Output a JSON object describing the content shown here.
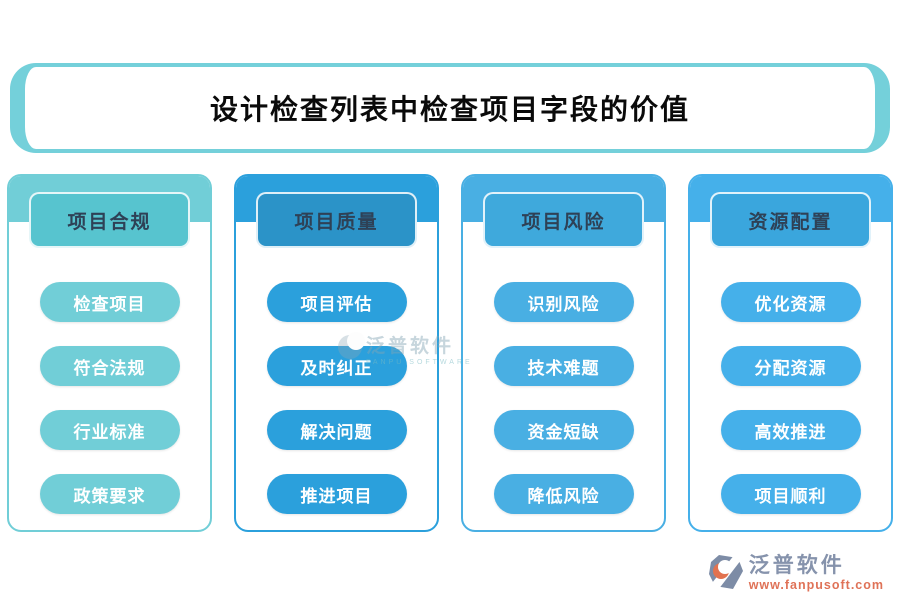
{
  "title": "设计检查列表中检查项目字段的价值",
  "columns": [
    {
      "header": "项目合规",
      "items": [
        "检查项目",
        "符合法规",
        "行业标准",
        "政策要求"
      ],
      "header_color": "#57C4CF",
      "pill_color": "#71CED7"
    },
    {
      "header": "项目质量",
      "items": [
        "项目评估",
        "及时纠正",
        "解决问题",
        "推进项目"
      ],
      "header_color": "#2B93C8",
      "pill_color": "#2BA0DC"
    },
    {
      "header": "项目风险",
      "items": [
        "识别风险",
        "技术难题",
        "资金短缺",
        "降低风险"
      ],
      "header_color": "#3FA9DC",
      "pill_color": "#49AFE3"
    },
    {
      "header": "资源配置",
      "items": [
        "优化资源",
        "分配资源",
        "高效推进",
        "项目顺利"
      ],
      "header_color": "#3AA6DD",
      "pill_color": "#45B0EA"
    }
  ],
  "watermark": {
    "brand": "泛普软件",
    "subtext": "FANPU SOFTWARE"
  },
  "footer": {
    "brand": "泛普软件",
    "url": "www.fanpusoft.com",
    "brand_color": "#8693AC",
    "url_color": "#DF7257"
  },
  "colors": {
    "banner_border": "#74D0DA",
    "header_text": "#2E4156",
    "title_text": "#0a0a0a",
    "logo_slate": "#7D8CA6",
    "logo_orange": "#E2724F"
  }
}
